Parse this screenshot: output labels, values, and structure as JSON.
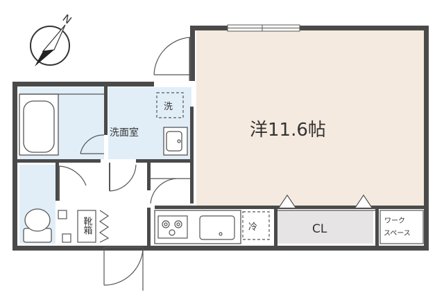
{
  "compass": {
    "north_label": "N"
  },
  "rooms": {
    "western_room": {
      "label": "洋11.6帖",
      "fill": "#f5eadf"
    },
    "washroom": {
      "label": "洗面室",
      "fill": "#e1eef8"
    },
    "bathroom": {
      "fill": "#e1eef8"
    },
    "toilet": {
      "fill": "#e1eef8"
    },
    "closet": {
      "label": "CL",
      "fill": "#e7e4e6"
    }
  },
  "fixtures": {
    "washer": {
      "label": "洗"
    },
    "fridge": {
      "label": "冷"
    },
    "shoe_box": {
      "label": "靴箱"
    },
    "work_space": {
      "line1": "ワーク",
      "line2": "スペース"
    }
  },
  "colors": {
    "wall": "#4a4a4a",
    "line": "#555555"
  }
}
